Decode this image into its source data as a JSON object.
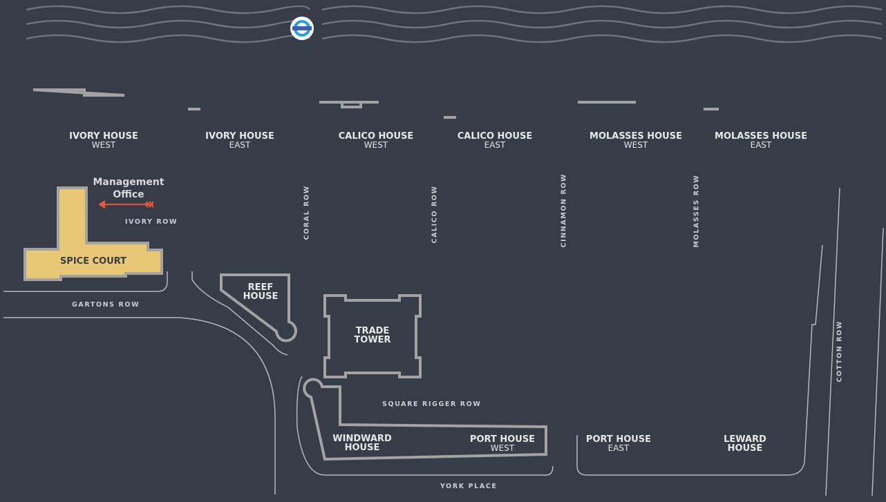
{
  "map_title_icon": "transit-roundel-icon",
  "colors": {
    "background": "#373d47",
    "outline": "#a3a3a3",
    "highlight": "#e8c874",
    "arrow": "#e8553a",
    "roundel_ring": "#1da1e2",
    "roundel_bar": "#3f5fb5"
  },
  "buildings": [
    {
      "name": "IVORY HOUSE",
      "sub": "WEST"
    },
    {
      "name": "IVORY HOUSE",
      "sub": "EAST"
    },
    {
      "name": "CALICO HOUSE",
      "sub": "WEST"
    },
    {
      "name": "CALICO HOUSE",
      "sub": "EAST"
    },
    {
      "name": "MOLASSES HOUSE",
      "sub": "WEST"
    },
    {
      "name": "MOLASSES HOUSE",
      "sub": "EAST"
    },
    {
      "name": "REEF",
      "sub": "HOUSE"
    },
    {
      "name": "TRADE",
      "sub": "TOWER"
    },
    {
      "name": "WINDWARD",
      "sub": "HOUSE"
    },
    {
      "name": "PORT HOUSE",
      "sub": "WEST"
    },
    {
      "name": "PORT HOUSE",
      "sub": "EAST"
    },
    {
      "name": "LEWARD",
      "sub": "HOUSE"
    }
  ],
  "highlighted_building": "SPICE COURT",
  "management_office": "Management Office",
  "management_office_line1": "Management",
  "management_office_line2": "Office",
  "streets": [
    "IVORY ROW",
    "GARTONS ROW",
    "CORAL ROW",
    "CALICO ROW",
    "CINNAMON ROW",
    "MOLASSES ROW",
    "COTTON ROW",
    "SQUARE RIGGER ROW",
    "YORK PLACE"
  ]
}
